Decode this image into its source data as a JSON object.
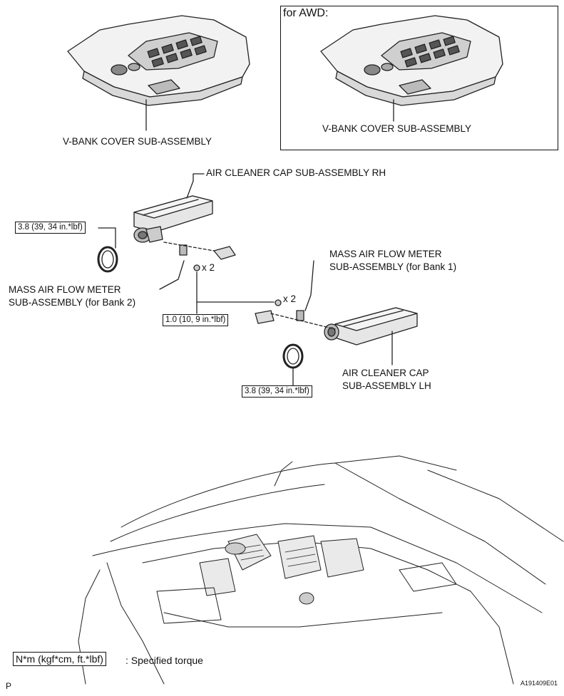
{
  "diagram": {
    "top_left_label": "V-BANK COVER SUB-ASSEMBLY",
    "awd_box": {
      "heading": "for AWD:",
      "label": "V-BANK COVER SUB-ASSEMBLY"
    },
    "air_cleaner_rh": "AIR CLEANER CAP SUB-ASSEMBLY RH",
    "air_cleaner_lh": [
      "AIR CLEANER CAP",
      "SUB-ASSEMBLY LH"
    ],
    "maf_bank1": [
      "MASS AIR FLOW METER",
      "SUB-ASSEMBLY (for Bank 1)"
    ],
    "maf_bank2": [
      "MASS AIR FLOW METER",
      "SUB-ASSEMBLY (for Bank 2)"
    ],
    "torque_clamp_rh": "3.8 (39, 34 in.*lbf)",
    "torque_clamp_lh": "3.8 (39, 34 in.*lbf)",
    "torque_screw": "1.0 (10, 9 in.*lbf)",
    "qty_left": "x 2",
    "qty_right": "x 2",
    "legend": {
      "unit_box": "N*m (kgf*cm, ft.*lbf)",
      "description": ": Specified torque"
    },
    "corner_code": "P",
    "figure_id": "A191409E01"
  },
  "icons": [
    "engine-cover-icon",
    "engine-cover-awd-icon",
    "air-cleaner-rh-icon",
    "air-cleaner-lh-icon",
    "clamp-icon",
    "maf-sensor-icon",
    "screw-icon",
    "car-engine-bay-icon"
  ]
}
